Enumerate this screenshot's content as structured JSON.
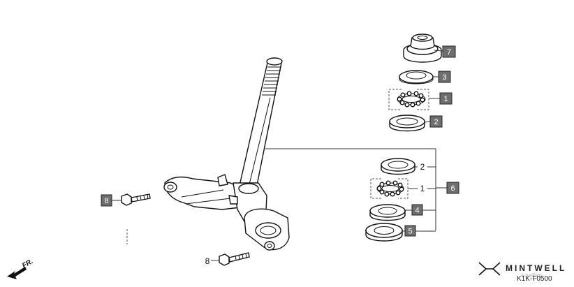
{
  "diagram": {
    "direction_label": "FR.",
    "brand": "MINTWELL",
    "watermark": "ActualParts",
    "diagram_code": "K1K-F0500",
    "callouts": {
      "top_cone_race": "7",
      "top_dust_seal": "3",
      "top_ball_retainer": "1",
      "top_race": "2",
      "bottom_race_label": "2",
      "bottom_ball_label": "1",
      "bottom_kit": "6",
      "bottom_dust_seal": "4",
      "bottom_cone_race": "5",
      "bracket_bolt": "8",
      "pinch_bolt": "8"
    }
  }
}
